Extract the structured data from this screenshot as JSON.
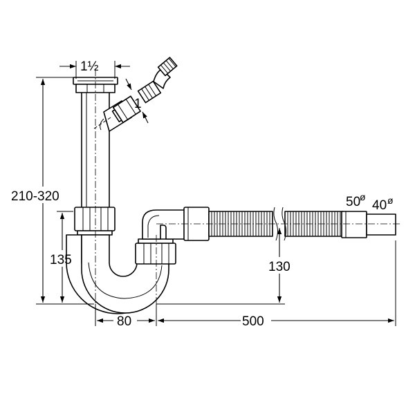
{
  "dimensions": {
    "inlet_size": "1½",
    "hose_connector_size": "1",
    "total_height": "210-320",
    "trap_height": "135",
    "outlet_height": "130",
    "trap_width": "80",
    "hose_length": "500",
    "outlet_diameter_large": "50",
    "outlet_diameter_small": "40",
    "diameter_symbol": "ø"
  },
  "colors": {
    "line": "#000000",
    "background": "#ffffff",
    "shading": "#d9d9d9"
  }
}
